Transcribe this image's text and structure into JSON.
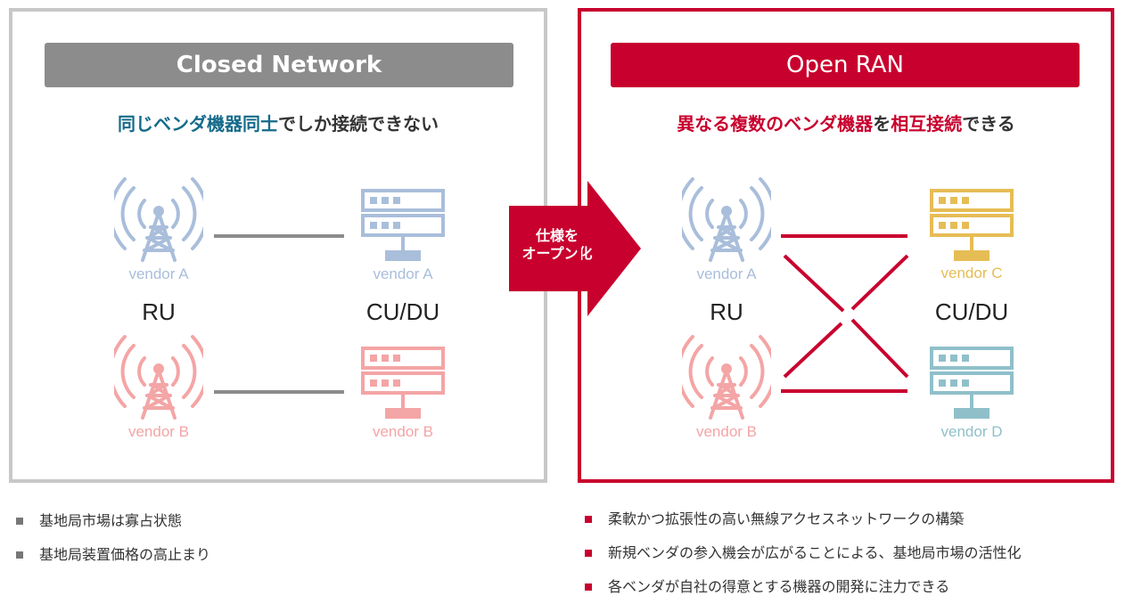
{
  "closed": {
    "title": "Closed Network",
    "subtitle_parts": [
      "同じベンダ機器同士",
      "でしか接続できない"
    ],
    "ru_label": "RU",
    "cudu_label": "CU/DU",
    "ru_vendors": [
      "vendor A",
      "vendor B"
    ],
    "cudu_vendors": [
      "vendor A",
      "vendor B"
    ],
    "bullets": [
      "基地局市場は寡占状態",
      "基地局装置価格の高止まり"
    ]
  },
  "arrow": {
    "line1": "仕様を",
    "line2": "オープン化"
  },
  "open": {
    "title": "Open RAN",
    "subtitle_parts": [
      "異なる複数のベンダ機器",
      "を",
      "相互接続",
      "できる"
    ],
    "ru_label": "RU",
    "cudu_label": "CU/DU",
    "ru_vendors": [
      "vendor A",
      "vendor B"
    ],
    "cudu_vendors": [
      "vendor C",
      "vendor D"
    ],
    "bullets": [
      "柔軟かつ拡張性の高い無線アクセスネットワークの構築",
      "新規ベンダの参入機会が広がることによる、基地局市場の活性化",
      "各ベンダが自社の得意とする機器の開発に注力できる"
    ]
  },
  "colors": {
    "closed_border": "#c8c8c8",
    "closed_banner": "#8c8c8c",
    "open_accent": "#c8002e",
    "vendor_a": "#a9bedb",
    "vendor_b": "#f4a5a5",
    "vendor_c": "#e6bd55",
    "vendor_d": "#8fc0ca",
    "closed_link": "#8c8c8c",
    "highlight_blue": "#156b8a"
  },
  "icons": {
    "ru": "antenna-tower-icon",
    "cudu": "server-rack-icon"
  }
}
